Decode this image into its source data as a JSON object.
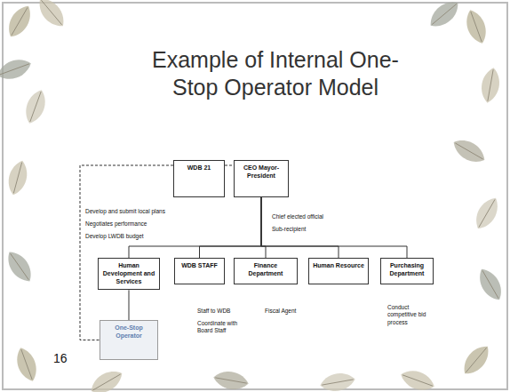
{
  "diagram": {
    "title": "Example of Internal One-Stop Operator Model",
    "nodes": [
      {
        "text": [
          "WDB 21"
        ]
      },
      {
        "text": [
          "CEO Mayor-President"
        ]
      },
      {
        "text": [
          "Human Development and Services"
        ]
      },
      {
        "text": [
          "WDB STAFF"
        ]
      },
      {
        "text": [
          "Finance Department"
        ]
      },
      {
        "text": [
          "Human Resource"
        ]
      },
      {
        "text": [
          "Purchasing Department"
        ]
      },
      {
        "text": [
          "One-Stop Operator"
        ]
      }
    ],
    "edges": [
      {
        "from": 0,
        "to": 1,
        "arrow": "none"
      },
      {
        "from": 0,
        "to": 7,
        "arrow": "none"
      },
      {
        "from": 1,
        "to": 2,
        "arrow": "none"
      },
      {
        "from": 1,
        "to": 3,
        "arrow": "none"
      },
      {
        "from": 1,
        "to": 4,
        "arrow": "none"
      },
      {
        "from": 1,
        "to": 5,
        "arrow": "none"
      },
      {
        "from": 1,
        "to": 6,
        "arrow": "none"
      },
      {
        "from": 2,
        "to": 7,
        "arrow": "none"
      }
    ],
    "labels": [
      "Develop and submit local plans",
      "Negotiates performance",
      "Develop LWDB budget",
      "Chief elected official",
      "Sub-recipient",
      "Staff to WDB",
      "Coordinate with Board Staff",
      "Fiscal Agent",
      "Conduct competitive bid process",
      "16"
    ]
  }
}
